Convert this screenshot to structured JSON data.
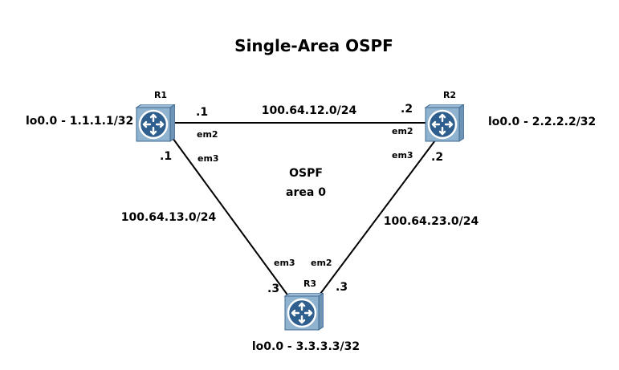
{
  "title": "Single-Area OSPF",
  "area": {
    "line1": "OSPF",
    "line2": "area 0"
  },
  "routers": {
    "r1": {
      "name": "R1",
      "loopback": "lo0.0 - 1.1.1.1/32",
      "icon": "router-icon"
    },
    "r2": {
      "name": "R2",
      "loopback": "lo0.0 - 2.2.2.2/32",
      "icon": "router-icon"
    },
    "r3": {
      "name": "R3",
      "loopback": "lo0.0 - 3.3.3.3/32",
      "icon": "router-icon"
    }
  },
  "links": {
    "r1_r2": {
      "subnet": "100.64.12.0/24",
      "r1_host": ".1",
      "r1_iface": "em2",
      "r2_host": ".2",
      "r2_iface": "em2"
    },
    "r1_r3": {
      "subnet": "100.64.13.0/24",
      "r1_host": ".1",
      "r1_iface": "em3",
      "r3_host": ".3",
      "r3_iface": "em3"
    },
    "r2_r3": {
      "subnet": "100.64.23.0/24",
      "r2_host": ".2",
      "r2_iface": "em3",
      "r3_host": ".3",
      "r3_iface": "em2"
    }
  },
  "colors": {
    "router_top": "#8fb2cf",
    "router_side": "#5f86a8",
    "router_face": "#2f5f8f",
    "router_ring": "#ffffff",
    "line": "#000000"
  }
}
